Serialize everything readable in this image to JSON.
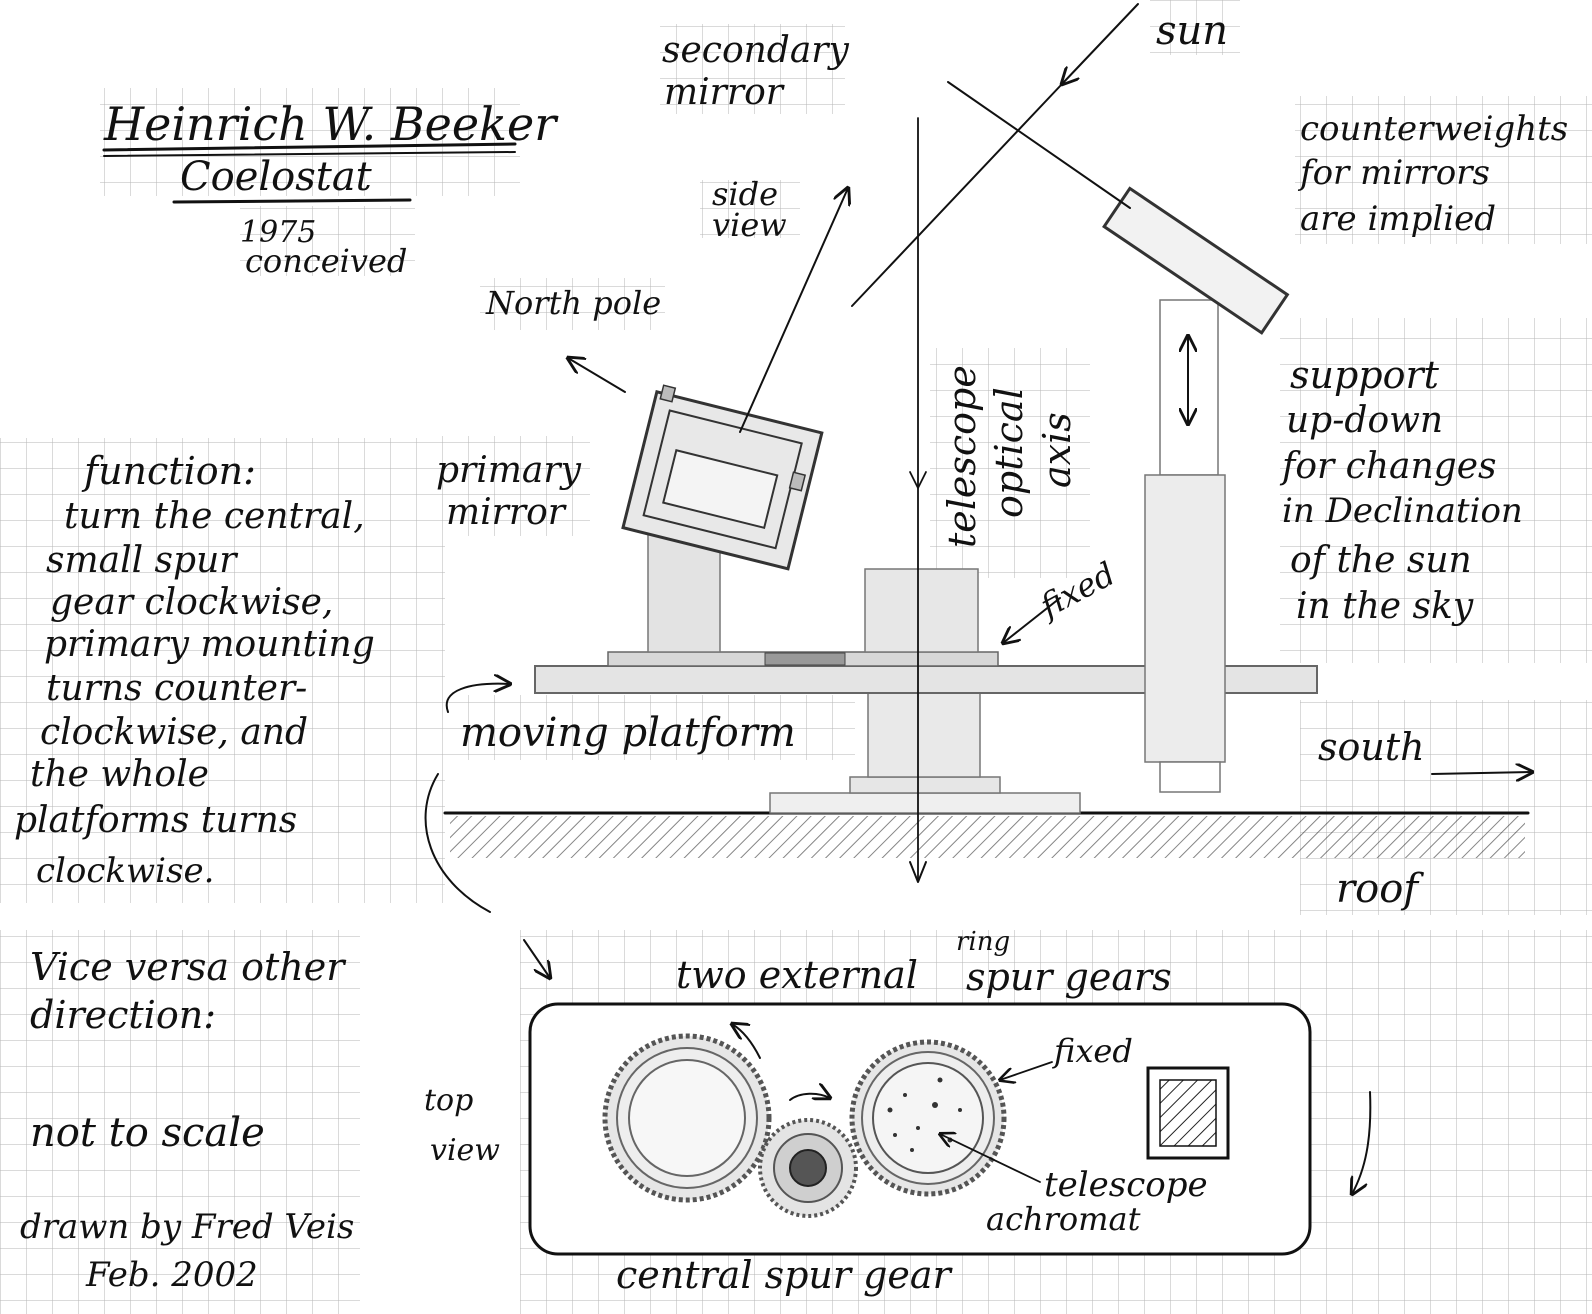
{
  "title": {
    "author": "Heinrich W. Beeker",
    "name": "Coelostat",
    "year": "1975",
    "note": "conceived"
  },
  "labels": {
    "secondary_mirror_1": "secondary",
    "secondary_mirror_2": "mirror",
    "sun": "sun",
    "counterweights_1": "counterweights",
    "counterweights_2": "for mirrors",
    "counterweights_3": "are implied",
    "side_view_1": "side",
    "side_view_2": "view",
    "north_pole": "North pole",
    "primary_mirror_1": "primary",
    "primary_mirror_2": "mirror",
    "telescope_axis_1": "telescope",
    "telescope_axis_2": "optical",
    "telescope_axis_3": "axis",
    "support_1": "support",
    "support_2": "up-down",
    "support_3": "for changes",
    "support_4": "in Declination",
    "support_5": "of the sun",
    "support_6": "in the sky",
    "fixed_side": "fixed",
    "moving_platform": "moving platform",
    "south": "south",
    "roof": "roof",
    "two_external": "two external",
    "ring": "ring",
    "spur_gears": "spur gears",
    "fixed_top": "fixed",
    "top_view_1": "top",
    "top_view_2": "view",
    "telescope_achromat_1": "telescope",
    "telescope_achromat_2": "achromat",
    "central_spur_gear": "central spur gear"
  },
  "notes": {
    "function_1": "function:",
    "function_2": "turn the central,",
    "function_3": "small spur",
    "function_4": "gear clockwise,",
    "function_5": "primary mounting",
    "function_6": "turns counter-",
    "function_7": "clockwise, and",
    "function_8": "the whole",
    "function_9": "platforms turns",
    "function_10": "clockwise.",
    "vice_1": "Vice versa other",
    "vice_2": "direction:",
    "not_to_scale": "not to scale",
    "drawn_by": "drawn by Fred Veis",
    "date": "Feb. 2002"
  }
}
